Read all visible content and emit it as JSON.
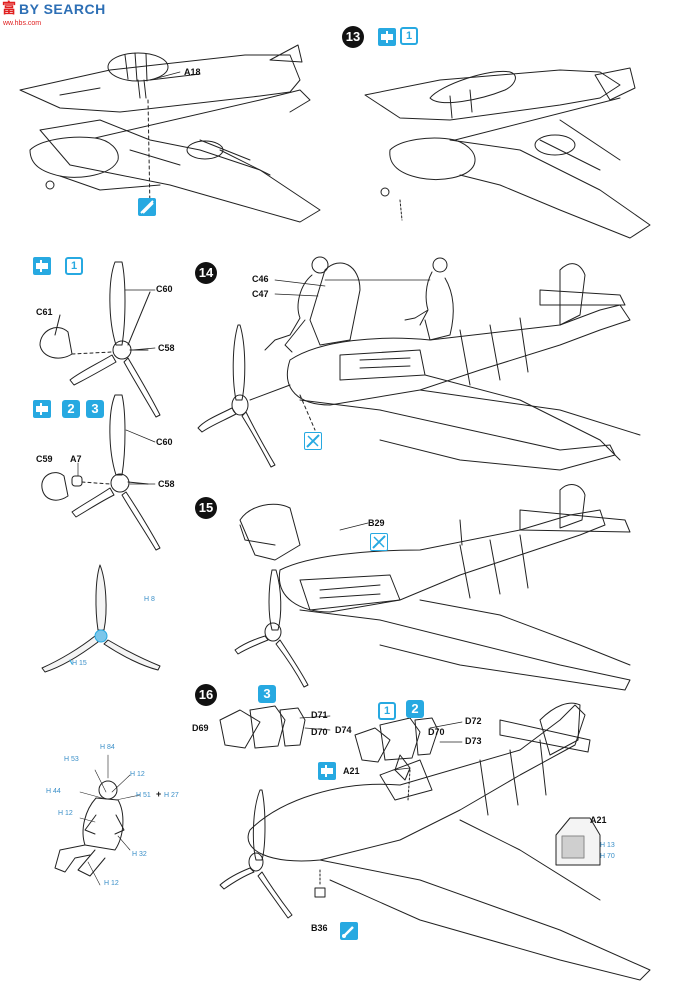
{
  "watermark": {
    "logo": "富",
    "title": "BY SEARCH",
    "url": "ww.hbs.com"
  },
  "steps": {
    "s13": "13",
    "s14": "14",
    "s15": "15",
    "s16": "16"
  },
  "badges": {
    "b13": "1",
    "prop_a": "1",
    "prop_b2": "2",
    "prop_b3": "3",
    "s16_3": "3",
    "s16_1": "1",
    "s16_2": "2"
  },
  "parts": {
    "a18": "A18",
    "c60a": "C60",
    "c61": "C61",
    "c58a": "C58",
    "c60b": "C60",
    "c59": "C59",
    "a7": "A7",
    "c58b": "C58",
    "c46": "C46",
    "c47": "C47",
    "b29": "B29",
    "d69": "D69",
    "d71": "D71",
    "d70a": "D70",
    "d74": "D74",
    "d72": "D72",
    "d70b": "D70",
    "d73": "D73",
    "a21a": "A21",
    "a21b": "A21",
    "b36": "B36"
  },
  "colors": {
    "h8": "H 8",
    "h15": "H 15",
    "h84": "H 84",
    "h53": "H 53",
    "h12a": "H 12",
    "h44": "H 44",
    "h51": "H 51",
    "h27": "H 27",
    "h12b": "H 12",
    "h32": "H 32",
    "h12c": "H 12",
    "h13": "H 13",
    "h70": "H 70"
  },
  "accent": "#27a9e1",
  "icons": [
    "cement-icon",
    "left-wing-icon",
    "no-cement-icon",
    "brush-icon"
  ]
}
